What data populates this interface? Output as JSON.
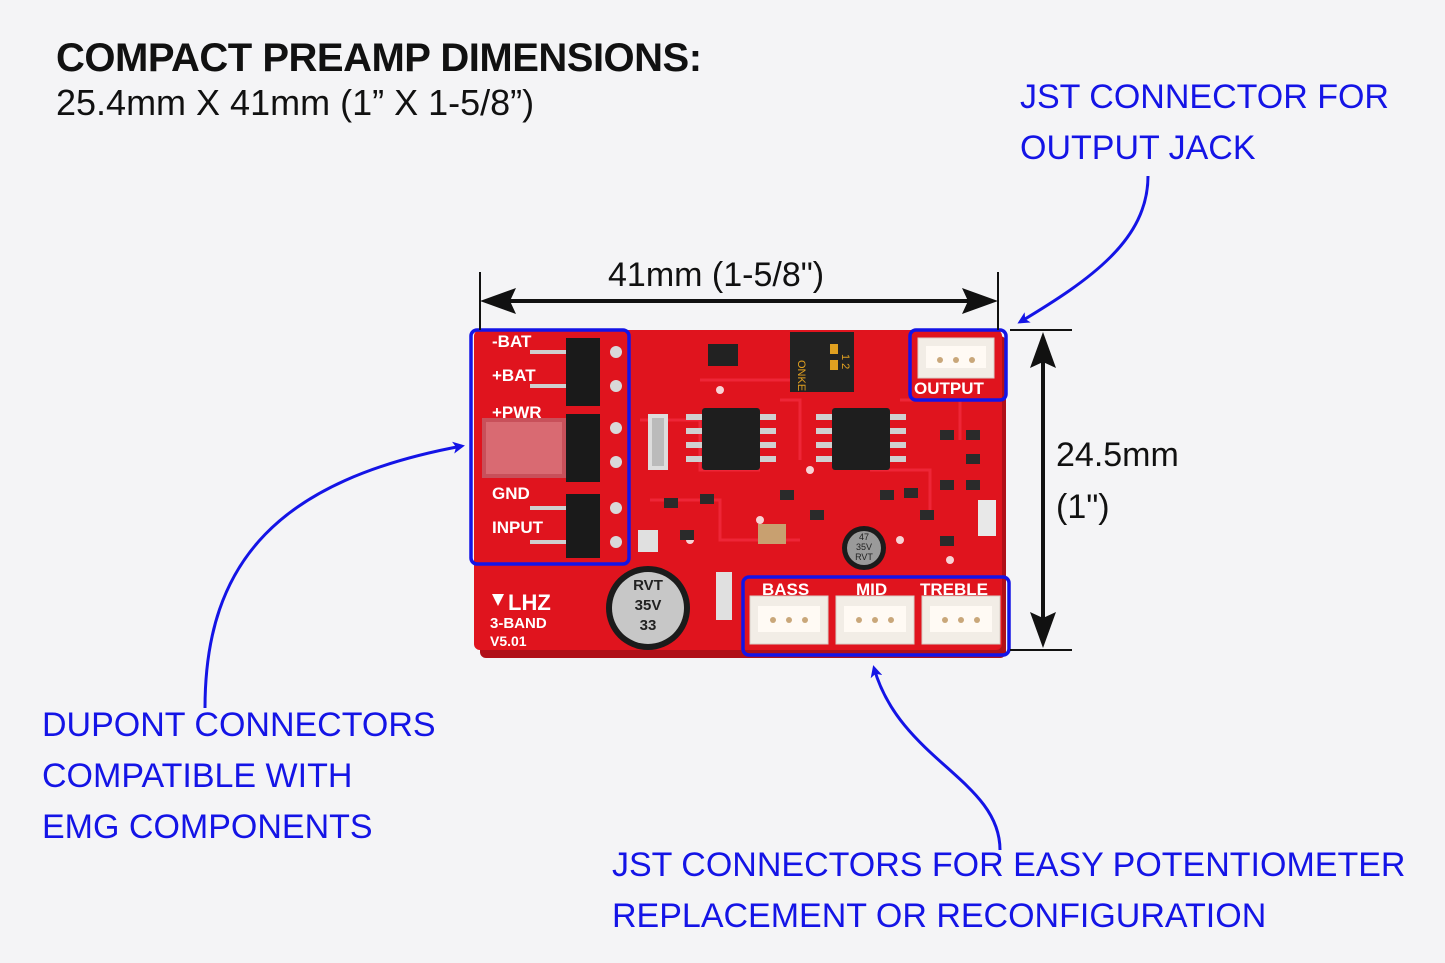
{
  "header": {
    "title": "COMPACT PREAMP DIMENSIONS:",
    "subtitle": "25.4mm X 41mm (1” X 1-5/8”)"
  },
  "dimensions": {
    "width_label": "41mm (1-5/8\")",
    "height_label_line1": "24.5mm",
    "height_label_line2": "(1\")"
  },
  "callouts": {
    "output_jack": [
      "JST CONNECTOR FOR",
      "OUTPUT JACK"
    ],
    "dupont": [
      "DUPONT CONNECTORS",
      "COMPATIBLE WITH",
      "EMG COMPONENTS"
    ],
    "pots": [
      "JST CONNECTORS FOR EASY POTENTIOMETER",
      "REPLACEMENT OR RECONFIGURATION"
    ]
  },
  "board_silkscreen": {
    "pins": [
      "-BAT",
      "+BAT",
      "+PWR",
      "GND",
      "INPUT"
    ],
    "output": "OUTPUT",
    "pots": [
      "BASS",
      "MID",
      "TREBLE"
    ],
    "brand": "LHZ",
    "model": "3-BAND",
    "version": "V5.01",
    "cap_large": [
      "33",
      "35V",
      "RVT"
    ],
    "cap_small": [
      "47",
      "35V",
      "RVT"
    ],
    "switch_text": "ONKE",
    "switch_numbers": "1 2"
  },
  "colors": {
    "annotation_blue": "#1414e6",
    "pcb_red": "#e0141e",
    "text_black": "#111111"
  }
}
